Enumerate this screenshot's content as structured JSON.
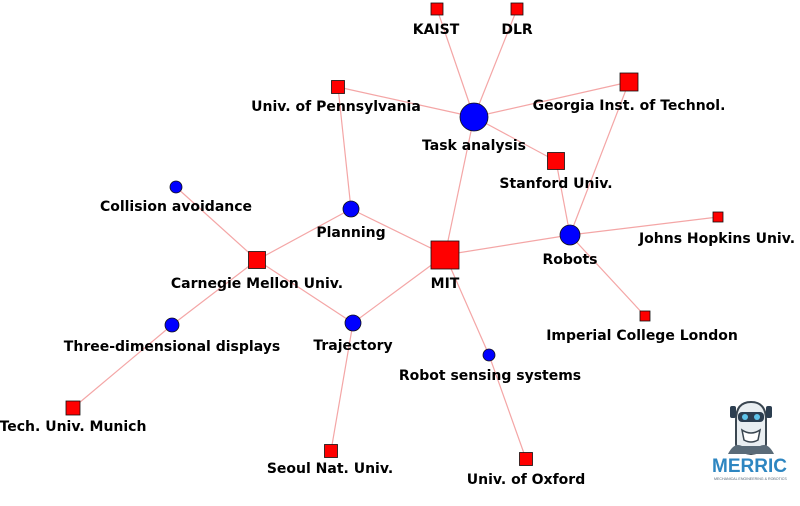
{
  "colors": {
    "institution": "#ff0000",
    "topic": "#0000ff",
    "edge": "#f4a6a6",
    "outline": "#111111"
  },
  "nodes": [
    {
      "id": "kaist",
      "label": "KAIST",
      "kind": "institution"
    },
    {
      "id": "dlr",
      "label": "DLR",
      "kind": "institution"
    },
    {
      "id": "upenn",
      "label": "Univ. of Pennsylvania",
      "kind": "institution"
    },
    {
      "id": "task",
      "label": "Task analysis",
      "kind": "topic"
    },
    {
      "id": "gatech",
      "label": "Georgia Inst. of Technol.",
      "kind": "institution"
    },
    {
      "id": "stanford",
      "label": "Stanford Univ.",
      "kind": "institution"
    },
    {
      "id": "collision",
      "label": "Collision avoidance",
      "kind": "topic"
    },
    {
      "id": "planning",
      "label": "Planning",
      "kind": "topic"
    },
    {
      "id": "jhu",
      "label": "Johns Hopkins Univ.",
      "kind": "institution"
    },
    {
      "id": "robots",
      "label": "Robots",
      "kind": "topic"
    },
    {
      "id": "cmu",
      "label": "Carnegie Mellon Univ.",
      "kind": "institution"
    },
    {
      "id": "mit",
      "label": "MIT",
      "kind": "institution"
    },
    {
      "id": "imperial",
      "label": "Imperial College London",
      "kind": "institution"
    },
    {
      "id": "threed",
      "label": "Three-dimensional displays",
      "kind": "topic"
    },
    {
      "id": "trajectory",
      "label": "Trajectory",
      "kind": "topic"
    },
    {
      "id": "sensing",
      "label": "Robot sensing systems",
      "kind": "topic"
    },
    {
      "id": "tum",
      "label": "Tech. Univ. Munich",
      "kind": "institution"
    },
    {
      "id": "seoul",
      "label": "Seoul Nat. Univ.",
      "kind": "institution"
    },
    {
      "id": "oxford",
      "label": "Univ. of Oxford",
      "kind": "institution"
    }
  ],
  "edges": [
    [
      "kaist",
      "task"
    ],
    [
      "dlr",
      "task"
    ],
    [
      "upenn",
      "task"
    ],
    [
      "gatech",
      "task"
    ],
    [
      "task",
      "stanford"
    ],
    [
      "task",
      "mit"
    ],
    [
      "upenn",
      "planning"
    ],
    [
      "gatech",
      "robots"
    ],
    [
      "stanford",
      "robots"
    ],
    [
      "mit",
      "planning"
    ],
    [
      "mit",
      "robots"
    ],
    [
      "mit",
      "trajectory"
    ],
    [
      "mit",
      "sensing"
    ],
    [
      "robots",
      "jhu"
    ],
    [
      "robots",
      "imperial"
    ],
    [
      "collision",
      "cmu"
    ],
    [
      "cmu",
      "planning"
    ],
    [
      "cmu",
      "trajectory"
    ],
    [
      "cmu",
      "threed"
    ],
    [
      "threed",
      "tum"
    ],
    [
      "trajectory",
      "seoul"
    ],
    [
      "sensing",
      "oxford"
    ]
  ],
  "logo": {
    "brand": "MERRIC",
    "tagline": "MECHANICAL ENGINEERING & ROBOTICS"
  }
}
